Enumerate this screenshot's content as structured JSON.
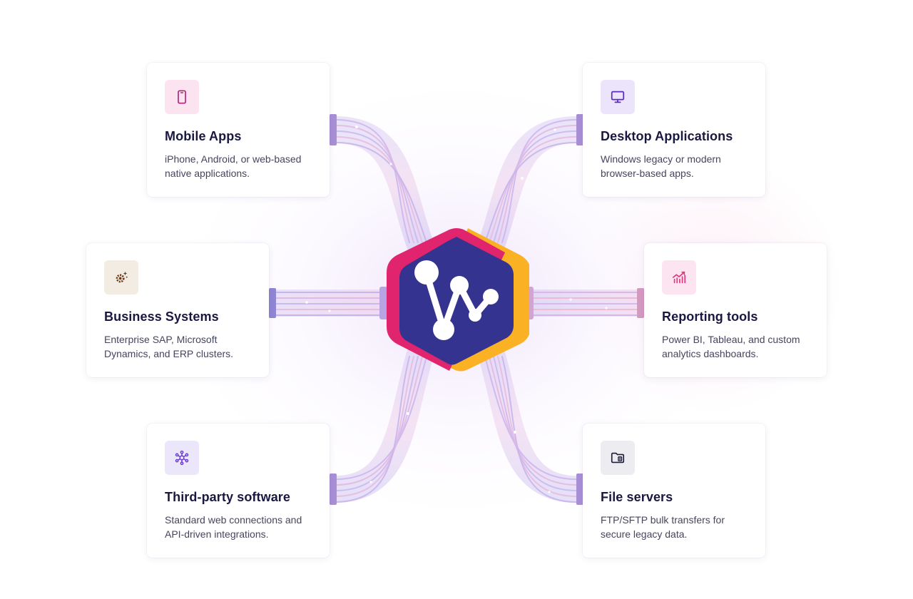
{
  "hub": {
    "logo": "integration-hub-logo",
    "colors": {
      "primary": "#34338f",
      "accent_yellow": "#fbb124",
      "accent_pink": "#e0246e"
    }
  },
  "cards": {
    "mobile": {
      "icon": "smartphone-icon",
      "title": "Mobile Apps",
      "description": "iPhone, Android, or web-based native applications.",
      "tile_color": "#fbe3f0",
      "icon_color": "#b0247a"
    },
    "desktop": {
      "icon": "monitor-icon",
      "title": "Desktop Applications",
      "description": "Windows legacy or modern browser-based apps.",
      "tile_color": "#ebe4fb",
      "icon_color": "#5b2bc4"
    },
    "business": {
      "icon": "gear-sparkle-icon",
      "title": "Business Systems",
      "description": "Enterprise SAP, Microsoft Dynamics, and ERP clusters.",
      "tile_color": "#f3ece3",
      "icon_color": "#6b3a14"
    },
    "reporting": {
      "icon": "chart-trend-icon",
      "title": "Reporting tools",
      "description": "Power BI, Tableau, and custom analytics dashboards.",
      "tile_color": "#fce4f0",
      "icon_color": "#e0357f"
    },
    "thirdparty": {
      "icon": "network-hub-icon",
      "title": "Third-party software",
      "description": "Standard web connections and API-driven integrations.",
      "tile_color": "#ece6fb",
      "icon_color": "#6a3ad6"
    },
    "files": {
      "icon": "folder-server-icon",
      "title": "File servers",
      "description": "FTP/SFTP bulk transfers for secure legacy data.",
      "tile_color": "#ededf1",
      "icon_color": "#1e1e3a"
    }
  }
}
